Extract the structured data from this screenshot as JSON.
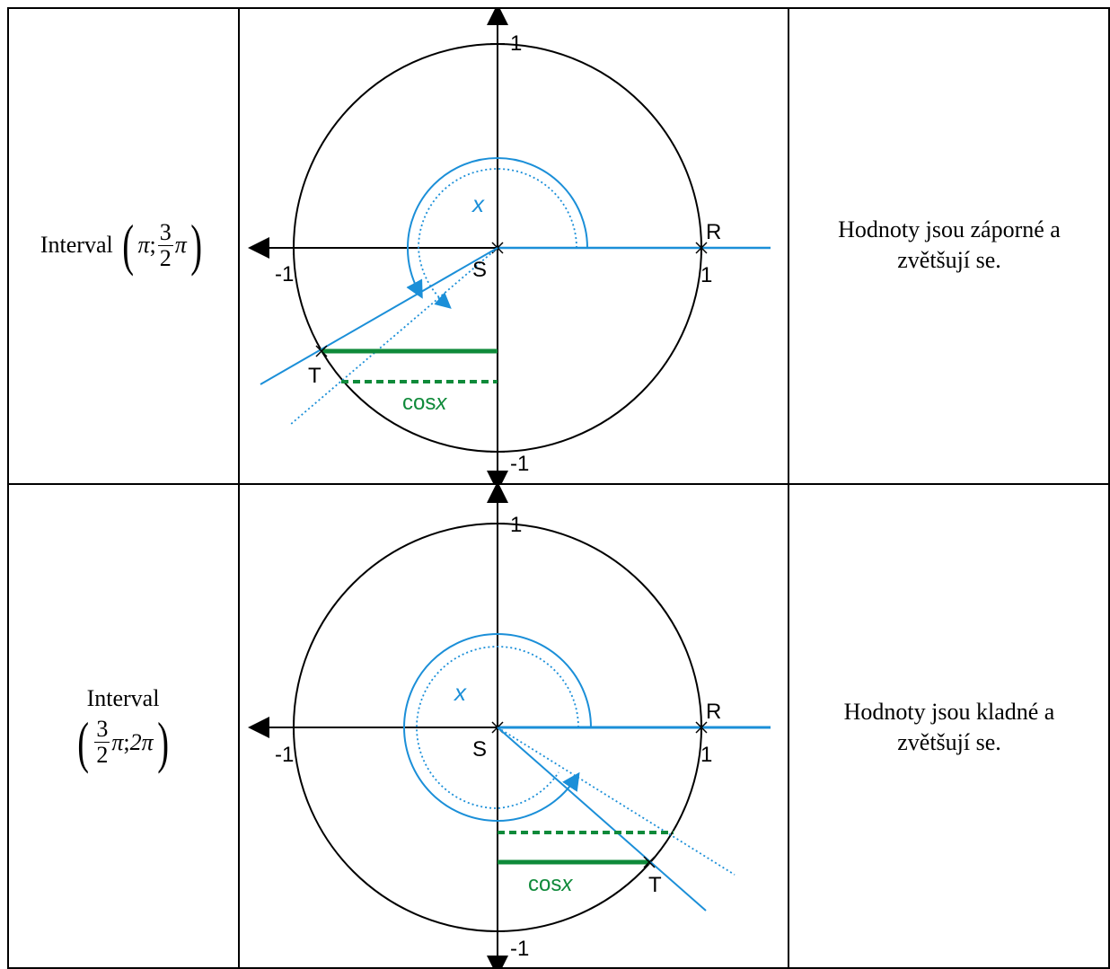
{
  "rows": [
    {
      "interval_label": "Interval",
      "interval_math": {
        "open": "(",
        "start": "π",
        "sep": ";",
        "frac_num": "3",
        "frac_den": "2",
        "end": "π",
        "close": ")"
      },
      "description": "Hodnoty jsou záporné a zvětšují se.",
      "diagram": {
        "angle_label": "x",
        "cos_label": "cos",
        "cos_var": "x",
        "point_center": "S",
        "point_radius": "R",
        "point_terminal": "T",
        "tick_top": "1",
        "tick_bottom": "-1",
        "tick_left": "-1",
        "tick_right": "1"
      }
    },
    {
      "interval_label": "Interval",
      "interval_math": {
        "open": "(",
        "frac_num": "3",
        "frac_den": "2",
        "start": "π",
        "sep": ";",
        "end": "2π",
        "close": ")"
      },
      "description": "Hodnoty jsou kladné a zvětšují se.",
      "diagram": {
        "angle_label": "x",
        "cos_label": "cos",
        "cos_var": "x",
        "point_center": "S",
        "point_radius": "R",
        "point_terminal": "T",
        "tick_top": "1",
        "tick_bottom": "-1",
        "tick_left": "-1",
        "tick_right": "1"
      }
    }
  ],
  "colors": {
    "blue": "#1b8fd8",
    "green": "#0f8a3a",
    "black": "#000000"
  }
}
